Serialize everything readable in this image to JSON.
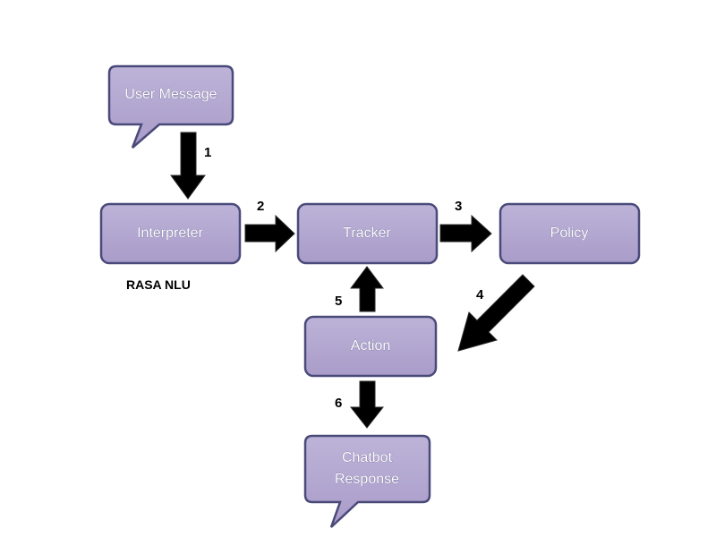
{
  "nodes": {
    "user_message": "User Message",
    "interpreter": "Interpreter",
    "tracker": "Tracker",
    "policy": "Policy",
    "action": "Action",
    "chatbot_response_line1": "Chatbot",
    "chatbot_response_line2": "Response"
  },
  "steps": {
    "s1": "1",
    "s2": "2",
    "s3": "3",
    "s4": "4",
    "s5": "5",
    "s6": "6"
  },
  "notes": {
    "interpreter_note": "RASA NLU"
  },
  "colors": {
    "node_fill": "#b3a8d0",
    "node_stroke": "#4a4a7a",
    "arrow_fill": "#000000",
    "label_text": "#ffffff"
  }
}
